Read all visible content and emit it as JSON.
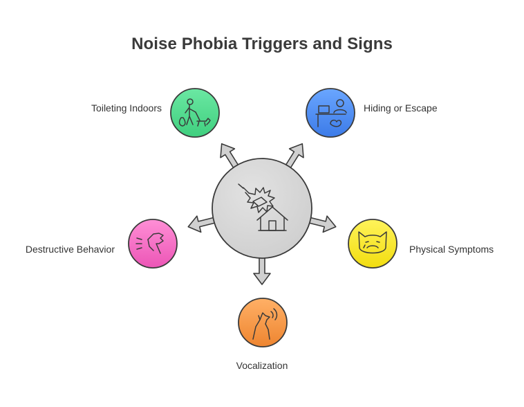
{
  "title": "Noise Phobia Triggers and Signs",
  "hub": {
    "icon": "firework-house-icon",
    "fill": "#d9d9d9"
  },
  "nodes": [
    {
      "key": "toileting",
      "label": "Toileting Indoors",
      "icon": "person-walking-dog-icon",
      "color": "#5dde95"
    },
    {
      "key": "hiding",
      "label": "Hiding or Escape",
      "icon": "person-hiding-desk-icon",
      "color": "#4f8ef5"
    },
    {
      "key": "physical",
      "label": "Physical Symptoms",
      "icon": "cat-face-icon",
      "color": "#fbeb22"
    },
    {
      "key": "vocalization",
      "label": "Vocalization",
      "icon": "howling-dog-icon",
      "color": "#f59a47"
    },
    {
      "key": "destructive",
      "label": "Destructive Behavior",
      "icon": "barking-dog-icon",
      "color": "#f56fc4"
    }
  ]
}
